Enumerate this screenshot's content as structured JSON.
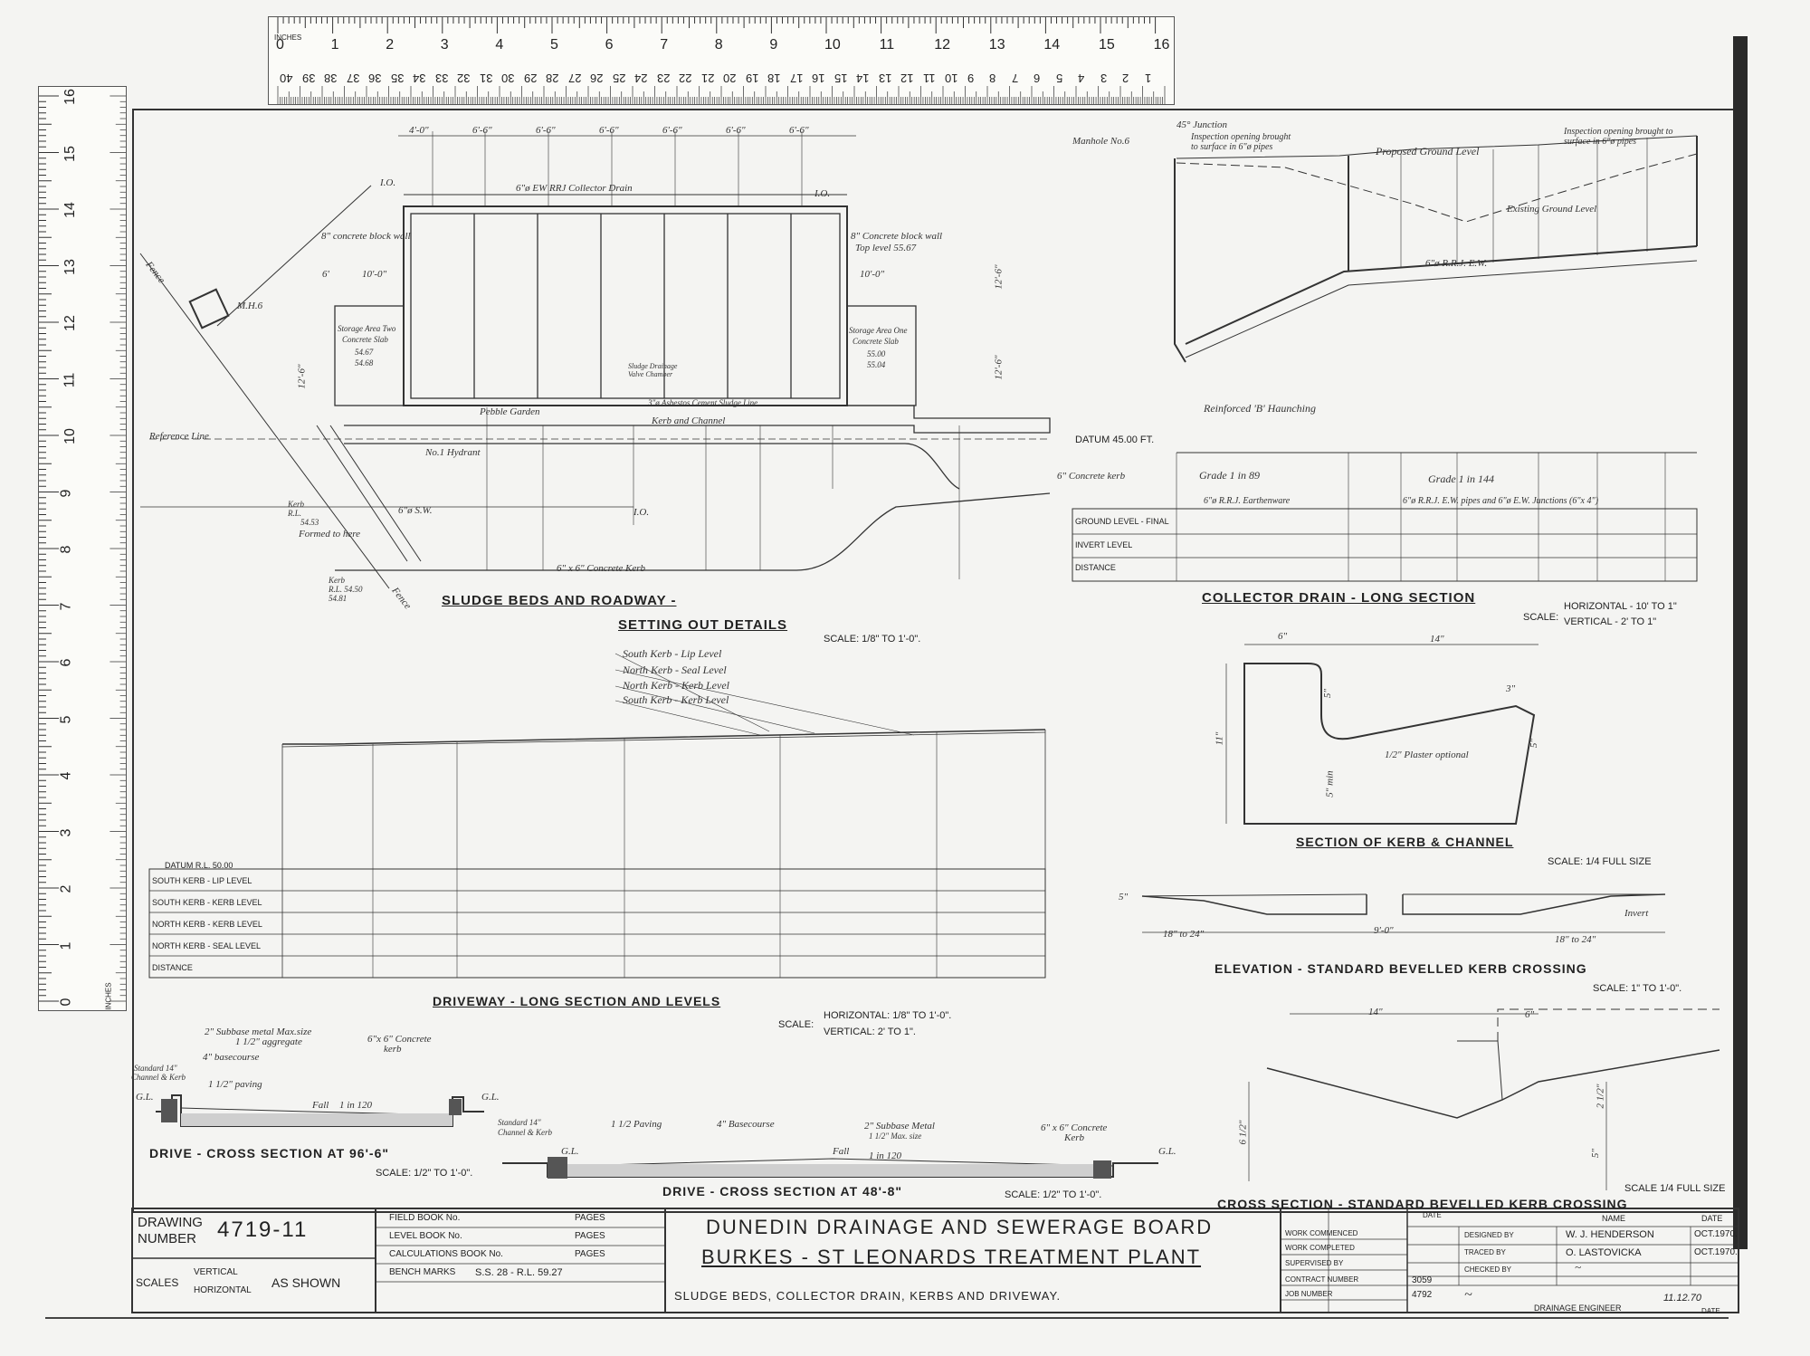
{
  "rulers": {
    "top_inch_label": "INCHES",
    "top_inches": [
      "0",
      "1",
      "2",
      "3",
      "4",
      "5",
      "6",
      "7",
      "8",
      "9",
      "10",
      "11",
      "12",
      "13",
      "14",
      "15",
      "16"
    ],
    "top_cm": [
      "40",
      "39",
      "38",
      "37",
      "36",
      "35",
      "34",
      "33",
      "32",
      "31",
      "30",
      "29",
      "28",
      "27",
      "26",
      "25",
      "24",
      "23",
      "22",
      "21",
      "20",
      "19",
      "18",
      "17",
      "16",
      "15",
      "14",
      "13",
      "12",
      "11",
      "10",
      "9",
      "8",
      "7",
      "6",
      "5",
      "4",
      "3",
      "2",
      "1"
    ],
    "left_inch_label": "INCHES",
    "left_inches": [
      "16",
      "15",
      "14",
      "13",
      "12",
      "11",
      "10",
      "9",
      "8",
      "7",
      "6",
      "5",
      "4",
      "3",
      "2",
      "1",
      "0"
    ]
  },
  "sludge_beds": {
    "title_line1": "SLUDGE BEDS AND ROADWAY -",
    "title_line2": "SETTING OUT DETAILS",
    "scale": "SCALE: 1/8\" TO 1'-0\".",
    "labels": {
      "collector": "6\"ø EW RRJ   Collector Drain",
      "conc_wall_left": "8\" concrete block wall",
      "conc_wall_right": "8\" Concrete block wall",
      "top_level": "Top level 55.67",
      "mh6": "M.H.6",
      "fence_top": "Fence",
      "fence_bottom": "Fence",
      "storage_two": "Storage Area Two",
      "storage_two_b": "Concrete Slab",
      "storage_two_c": "54.67",
      "storage_two_d": "54.68",
      "storage_one": "Storage Area One",
      "storage_one_b": "Concrete Slab",
      "storage_one_c": "55.00",
      "storage_one_d": "55.04",
      "pebble": "Pebble Garden",
      "sludge_chamber": "Sludge Drainage Valve Chamber",
      "ac_line": "3\"ø Asbestos Cement Sludge Line",
      "kerb_channel": "Kerb and Channel",
      "hydrant": "No.1 Hydrant",
      "ref_line": "Reference Line",
      "kerb_rl": "Kerb",
      "kerb_rl_b": "R.L.",
      "kerb_rl_c": "54.53",
      "kerb_low": "Kerb",
      "kerb_low_b": "R.L. 54.50",
      "kerb_low_c": "54.81",
      "formed": "Formed to here",
      "sw": "6\"ø S.W.",
      "conc_kerb": "6\" x 6\"  Concrete Kerb",
      "conc_kerb_right": "6\" Concrete kerb",
      "io_top": "I.O.",
      "io_right": "I.O.",
      "io_mid": "I.O.",
      "dim_widths": [
        "4'-0\"",
        "6'-6\"",
        "6'-6\"",
        "6'-6\"",
        "6'-6\"",
        "6'-6\"",
        "6'-6\""
      ],
      "dim_10": "10'-0\"",
      "dim_10b": "10'-0\"",
      "dim_6": "6'",
      "dim_12a": "12'-6\"",
      "dim_12b": "12'-6\"",
      "dim_12c": "12'-6\""
    }
  },
  "collector_drain": {
    "title": "COLLECTOR DRAIN - LONG SECTION",
    "scale_label": "SCALE:",
    "scale_h": "HORIZONTAL - 10' TO 1\"",
    "scale_v": "VERTICAL   - 2' TO 1\"",
    "manhole": "Manhole No.6",
    "junction": "45° Junction",
    "inspection_left": "Inspection opening brought to surface in 6\"ø pipes",
    "inspection_right": "Inspection opening brought to surface in 6\"ø pipes",
    "proposed": "Proposed Ground Level",
    "existing": "Existing Ground Level",
    "pipe": "6\"ø R.R.J. E.W.",
    "haunching": "Reinforced 'B' Haunching",
    "datum": "DATUM  45.00 FT.",
    "grade1": "Grade 1 in 89",
    "grade2": "Grade  1 in 144",
    "pipe1": "6\"ø R.R.J. Earthenware",
    "pipe2": "6\"ø R.R.J. E.W. pipes and 6\"ø E.W. Junctions (6\"x 4\")",
    "rows": [
      "GROUND LEVEL - FINAL",
      "INVERT LEVEL",
      "DISTANCE"
    ]
  },
  "kerb_channel": {
    "title": "SECTION OF KERB & CHANNEL",
    "scale": "SCALE: 1/4 FULL SIZE",
    "dim_6": "6\"",
    "dim_14": "14\"",
    "dim_11": "11\"",
    "dim_5": "5\"",
    "dim_5min": "5\" min",
    "dim_3": "3\"",
    "dim_5b": "5\"",
    "plaster": "1/2\" Plaster optional"
  },
  "bevelled_elev": {
    "title": "ELEVATION - STANDARD BEVELLED KERB CROSSING",
    "scale": "SCALE: 1\" TO 1'-0\".",
    "dim_left": "18\" to 24\"",
    "dim_mid": "9'-0\"",
    "dim_right": "18\" to 24\"",
    "invert": "Invert",
    "dim_5": "5\""
  },
  "bevelled_cross": {
    "title": "CROSS SECTION - STANDARD BEVELLED KERB CROSSING",
    "scale": "SCALE 1/4 FULL SIZE",
    "dim_14": "14\"",
    "dim_6": "6\"",
    "dim_612": "6 1/2\"",
    "dim_212": "2 1/2\"",
    "dim_5": "5\""
  },
  "driveway": {
    "title": "DRIVEWAY - LONG SECTION AND LEVELS",
    "scale_label": "SCALE:",
    "scale_h": "HORIZONTAL: 1/8\" TO 1'-0\".",
    "scale_v": "VERTICAL:   2' TO 1\".",
    "legend": [
      "South Kerb - Lip Level",
      "North Kerb - Seal Level",
      "North Kerb - Kerb Level",
      "South Kerb - Kerb Level"
    ],
    "datum": "DATUM  R.L. 50.00",
    "rows": [
      "SOUTH KERB - LIP LEVEL",
      "SOUTH KERB - KERB LEVEL",
      "NORTH KERB - KERB LEVEL",
      "NORTH KERB - SEAL LEVEL",
      "DISTANCE"
    ]
  },
  "drive_96": {
    "title": "DRIVE - CROSS SECTION AT 96'-6\"",
    "scale": "SCALE: 1/2\" TO 1'-0\".",
    "subbase": "2\" Subbase metal  Max.size",
    "subbase2": "1 1/2\" aggregate",
    "basecourse": "4\" basecourse",
    "paving": "1 1/2\" paving",
    "fall": "Fall",
    "grade": "1 in 120",
    "kerb": "6\"x 6\" Concrete",
    "kerb2": "kerb",
    "std": "Standard 14\"",
    "std2": "Channel & Kerb",
    "gl1": "G.L.",
    "gl2": "G.L."
  },
  "drive_48": {
    "title": "DRIVE - CROSS SECTION AT 48'-8\"",
    "scale": "SCALE: 1/2\" TO 1'-0\".",
    "std": "Standard 14\"",
    "std2": "Channel & Kerb",
    "paving": "1 1/2 Paving",
    "basecourse": "4\" Basecourse",
    "subbase": "2\" Subbase Metal",
    "subbase2": "1 1/2\" Max. size",
    "fall": "Fall",
    "grade": "1 in 120",
    "kerb": "6\" x 6\" Concrete",
    "kerb2": "Kerb",
    "gl1": "G.L.",
    "gl2": "G.L."
  },
  "title_block": {
    "drawing_label": "DRAWING",
    "number_label": "NUMBER",
    "drawing_number": "4719-11",
    "scales_label": "SCALES",
    "vertical": "VERTICAL",
    "horizontal": "HORIZONTAL",
    "as_shown": "AS SHOWN",
    "field_book": "FIELD BOOK No.",
    "level_book": "LEVEL BOOK No.",
    "calc_book": "CALCULATIONS BOOK No.",
    "bench_marks": "BENCH MARKS",
    "bench_value": "S.S. 28   -   R.L. 59.27",
    "pages": "PAGES",
    "board": "DUNEDIN DRAINAGE AND SEWERAGE BOARD",
    "plant": "BURKES - ST LEONARDS TREATMENT PLANT",
    "subtitle": "SLUDGE BEDS, COLLECTOR DRAIN, KERBS AND DRIVEWAY.",
    "date_hdr": "DATE",
    "work_commenced": "WORK COMMENCED",
    "work_completed": "WORK COMPLETED",
    "supervised": "SUPERVISED BY",
    "contract": "CONTRACT NUMBER",
    "contract_value": "3059",
    "job": "JOB NUMBER",
    "job_value": "4792",
    "name_hdr": "NAME",
    "date_hdr2": "DATE",
    "designed": "DESIGNED BY",
    "designed_name": "W. J. HENDERSON",
    "designed_date": "OCT.1970.",
    "traced": "TRACED BY",
    "traced_name": "O. LASTOVICKA",
    "traced_date": "OCT.1970.",
    "checked": "CHECKED BY",
    "engineer": "DRAINAGE ENGINEER",
    "engineer_date": "11.12.70",
    "date_footer": "DATE"
  }
}
